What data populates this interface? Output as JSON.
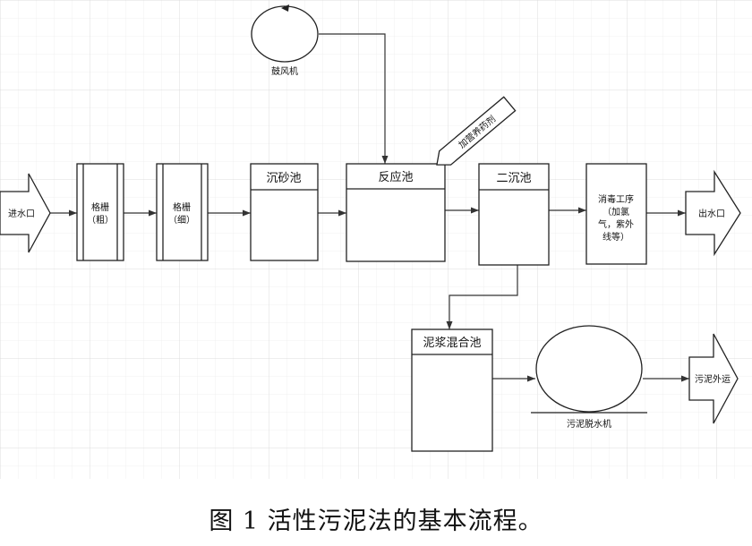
{
  "nodes": {
    "inlet": "进水口",
    "coarse_screen": [
      "格栅",
      "（粗）"
    ],
    "fine_screen": [
      "格栅",
      "（细）"
    ],
    "grit_chamber": "沉砂池",
    "reactor": "反应池",
    "secondary_clarifier": "二沉池",
    "disinfection": [
      "消毒工序",
      "（加氯",
      "气，紫外",
      "线等）"
    ],
    "outlet": "出水口",
    "blower": "鼓风机",
    "nutrient": "加营养药剂",
    "sludge_mix": "泥浆混合池",
    "dewater": "污泥脱水机",
    "sludge_out": "污泥外运"
  },
  "caption": "图 1 活性污泥法的基本流程。"
}
